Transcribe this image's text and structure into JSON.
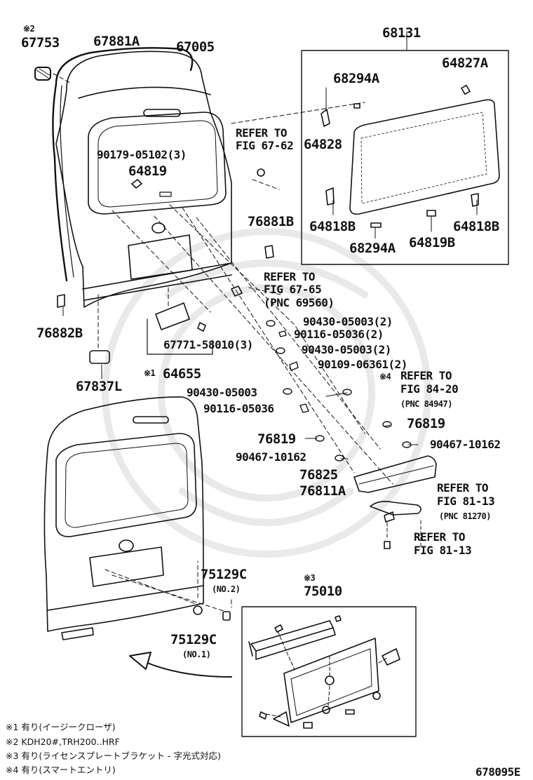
{
  "labels": {
    "mark_top": "※2",
    "p67753": "67753",
    "p67881A": "67881A",
    "p67005": "67005",
    "p68131": "68131",
    "p64827A": "64827A",
    "p68294A_top": "68294A",
    "refer_67_62_a": "REFER TO",
    "refer_67_62_b": "FIG 67-62",
    "p64828": "64828",
    "p90179": "90179-05102(3)",
    "p64819": "64819",
    "p64818B_left": "64818B",
    "p64818B_right": "64818B",
    "p68294A_bottom": "68294A",
    "p64819B": "64819B",
    "p76881B": "76881B",
    "refer_67_65_a": "REFER TO",
    "refer_67_65_b": "FIG 67-65",
    "refer_67_65_c": "(PNC 69560)",
    "p76882B": "76882B",
    "p90430_2a": "90430-05003(2)",
    "p90116_2": "90116-05036(2)",
    "p90430_2b": "90430-05003(2)",
    "p67771": "67771-58010(3)",
    "p90109": "90109-06361(2)",
    "p67837L": "67837L",
    "mark1": "※1",
    "p64655": "64655",
    "mark4": "※4",
    "refer_84_20_a": "REFER TO",
    "refer_84_20_b": "FIG 84-20",
    "refer_84_20_c": "(PNC 84947)",
    "p90430_single": "90430-05003",
    "p90116_single": "90116-05036",
    "p76819_right": "76819",
    "p76819_left": "76819",
    "p90467_right": "90467-10162",
    "p90467_left": "90467-10162",
    "p76825": "76825",
    "p76811A": "76811A",
    "refer_81_13a_a": "REFER TO",
    "refer_81_13a_b": "FIG 81-13",
    "refer_81_13a_c": "(PNC 81270)",
    "refer_81_13b_a": "REFER TO",
    "refer_81_13b_b": "FIG 81-13",
    "p75129C_no2": "75129C",
    "no2": "(NO.2)",
    "mark3": "※3",
    "p75010": "75010",
    "p75129C_no1": "75129C",
    "no1": "(NO.1)"
  },
  "notes": [
    "※1 有り(イージークローザ)",
    "※2 KDH20#,TRH200..HRF",
    "※3 有り(ライセンスプレートブラケット - 字光式対応)",
    "※4 有り(スマートエントリ)"
  ],
  "figure_id": "678095E"
}
